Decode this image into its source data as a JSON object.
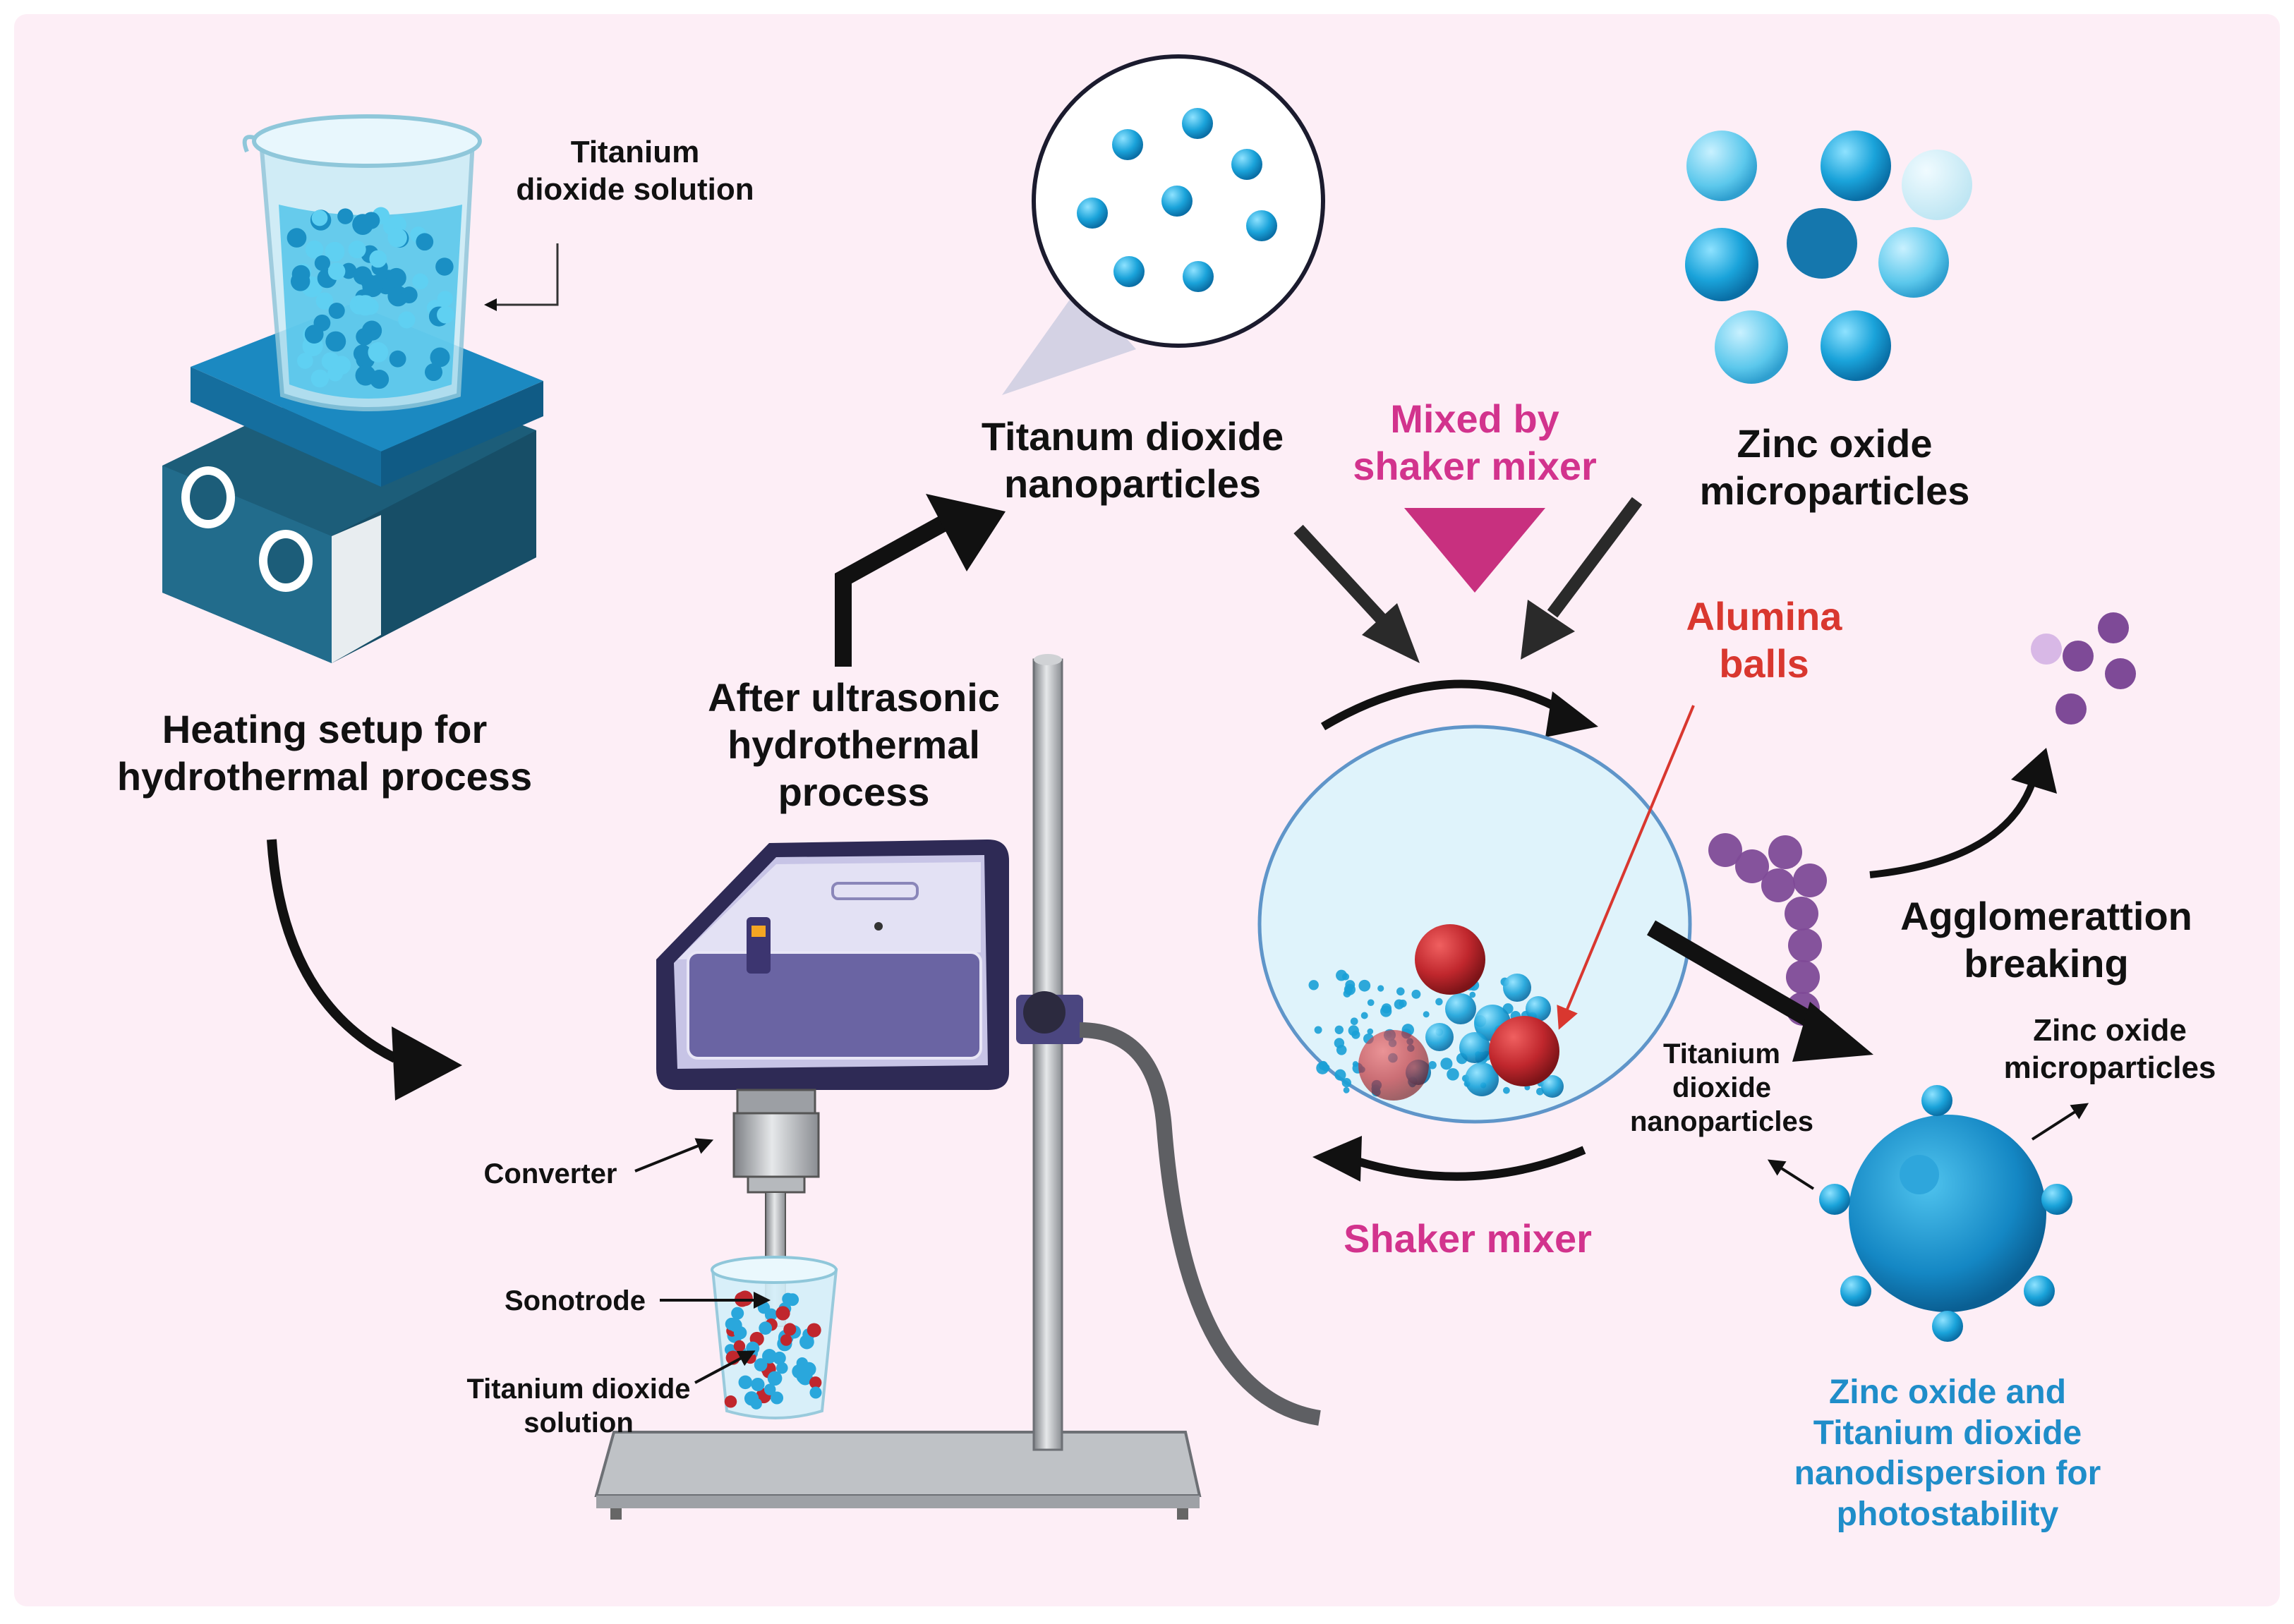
{
  "colors": {
    "background": "#fdeef6",
    "tio2_particle": "#1aa0d6",
    "zno_particle": "#37b7e6",
    "alumina_ball": "#c0272d",
    "agglomerate": "#7e4a97",
    "mixer_body": "#3f3a73",
    "pink_label": "#d2338d",
    "red_label": "#d9372f",
    "blue_label": "#1f8dc9"
  },
  "labels": {
    "tio2_solution_top_l1": "Titanium",
    "tio2_solution_top_l2": "dioxide solution",
    "heating_setup_l1": "Heating setup for",
    "heating_setup_l2": "hydrothermal process",
    "after_ultrasonic_l1": "After ultrasonic",
    "after_ultrasonic_l2": "hydrothermal",
    "after_ultrasonic_l3": "process",
    "tio2_nano_l1": "Titanum dioxide",
    "tio2_nano_l2": "nanoparticles",
    "mixed_by_l1": "Mixed by",
    "mixed_by_l2": "shaker mixer",
    "zno_micro_l1": "Zinc oxide",
    "zno_micro_l2": "microparticles",
    "alumina_l1": "Alumina",
    "alumina_l2": "balls",
    "agglom_l1": "Agglomerattion",
    "agglom_l2": "breaking",
    "zno_small_l1": "Zinc oxide",
    "zno_small_l2": "microparticles",
    "tio2_small_l1": "Titanium",
    "tio2_small_l2": "dioxide",
    "tio2_small_l3": "nanoparticles",
    "shaker_mixer": "Shaker mixer",
    "converter": "Converter",
    "sonotrode": "Sonotrode",
    "tio2_beaker_l1": "Titanium dioxide",
    "tio2_beaker_l2": "solution",
    "final_l1": "Zinc oxide and",
    "final_l2": "Titanium dioxide",
    "final_l3": "nanodispersion for",
    "final_l4": "photostability"
  }
}
